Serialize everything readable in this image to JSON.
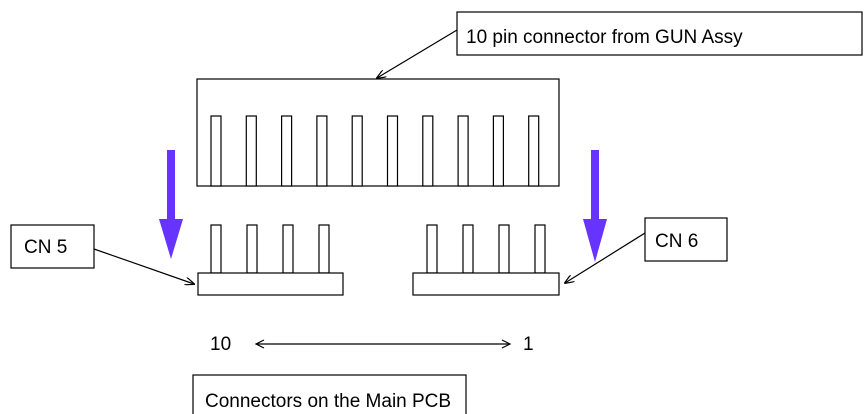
{
  "labels": {
    "gun_connector": "10 pin connector from GUN Assy",
    "cn5": "CN 5",
    "cn6": "CN 6",
    "pin_left": "10",
    "pin_right": "1",
    "main_pcb": "Connectors on the Main PCB"
  },
  "connectors": {
    "gun_assy_pins": 10,
    "cn5_pins": 4,
    "cn6_pins": 4
  },
  "colors": {
    "insertion_arrow": "#6633ff",
    "line": "#000000"
  },
  "icons": {
    "insertion_arrow": "down-arrow-icon"
  }
}
